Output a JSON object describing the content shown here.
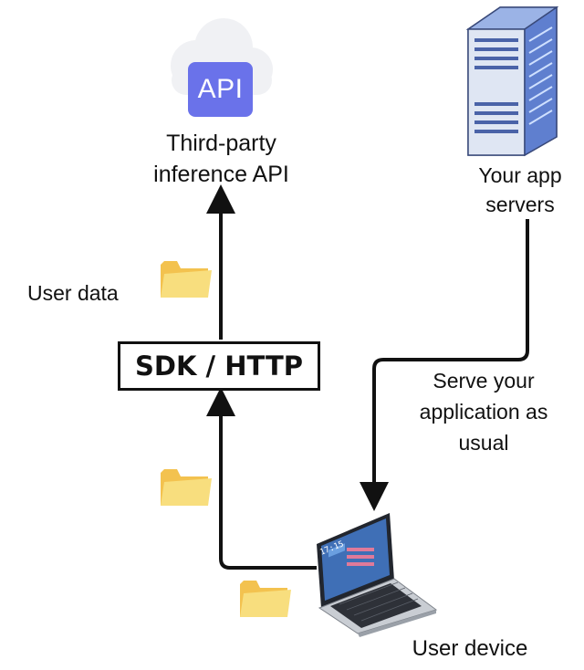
{
  "api": {
    "badge": "API",
    "label_line1": "Third-party",
    "label_line2": "inference API"
  },
  "servers": {
    "label_line1": "Your app",
    "label_line2": "servers"
  },
  "sdk_box": "SDK / HTTP",
  "user_data_label": "User data",
  "serve": {
    "line1": "Serve your",
    "line2": "application as",
    "line3": "usual"
  },
  "device": {
    "label": "User device",
    "screen_clock": "17:15"
  },
  "icons": [
    "cloud-icon",
    "server-rack-icon",
    "folder-icon",
    "laptop-icon",
    "arrow-icon"
  ],
  "colors": {
    "api_badge": "#6a72ea",
    "cloud": "#f0f1f4",
    "folder": "#f8de7e",
    "folder_back": "#f3c24f",
    "server": "#6f8fd6",
    "line": "#111111"
  }
}
